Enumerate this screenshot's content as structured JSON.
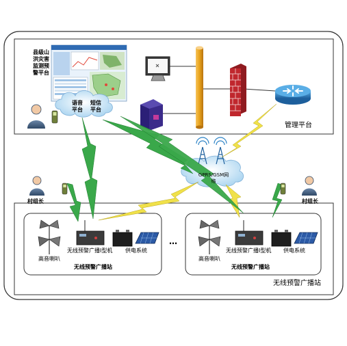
{
  "title_vertical": "县级山洪灾害监测预警平台",
  "cloud_voice": "语音平台",
  "cloud_sms": "短信平台",
  "gprs_label": "GPRS/GSM网络",
  "mgmt_platform_label": "管理平台",
  "village_head_left": "村组长",
  "village_head_right": "村组长",
  "station_left": {
    "horn_label": "高音喇叭",
    "device_label": "无线预警广播I型机",
    "power_label": "供电系统",
    "station_label": "无线预警广播站"
  },
  "station_right": {
    "horn_label": "高音喇叭",
    "device_label": "无线预警广播I型机",
    "power_label": "供电系统",
    "station_label": "无线预警广播站"
  },
  "ellipsis": "…",
  "broadcast_area_label": "无线预警广播站",
  "colors": {
    "frame": "#333333",
    "bolt_green": "#3aa84a",
    "bolt_yellow": "#f0e14a",
    "firewall_red": "#c0272d",
    "pole": "#e8a21a",
    "router": "#2b82c6",
    "server": "#3b2b8a",
    "sky_blue": "#cfe8f7"
  }
}
